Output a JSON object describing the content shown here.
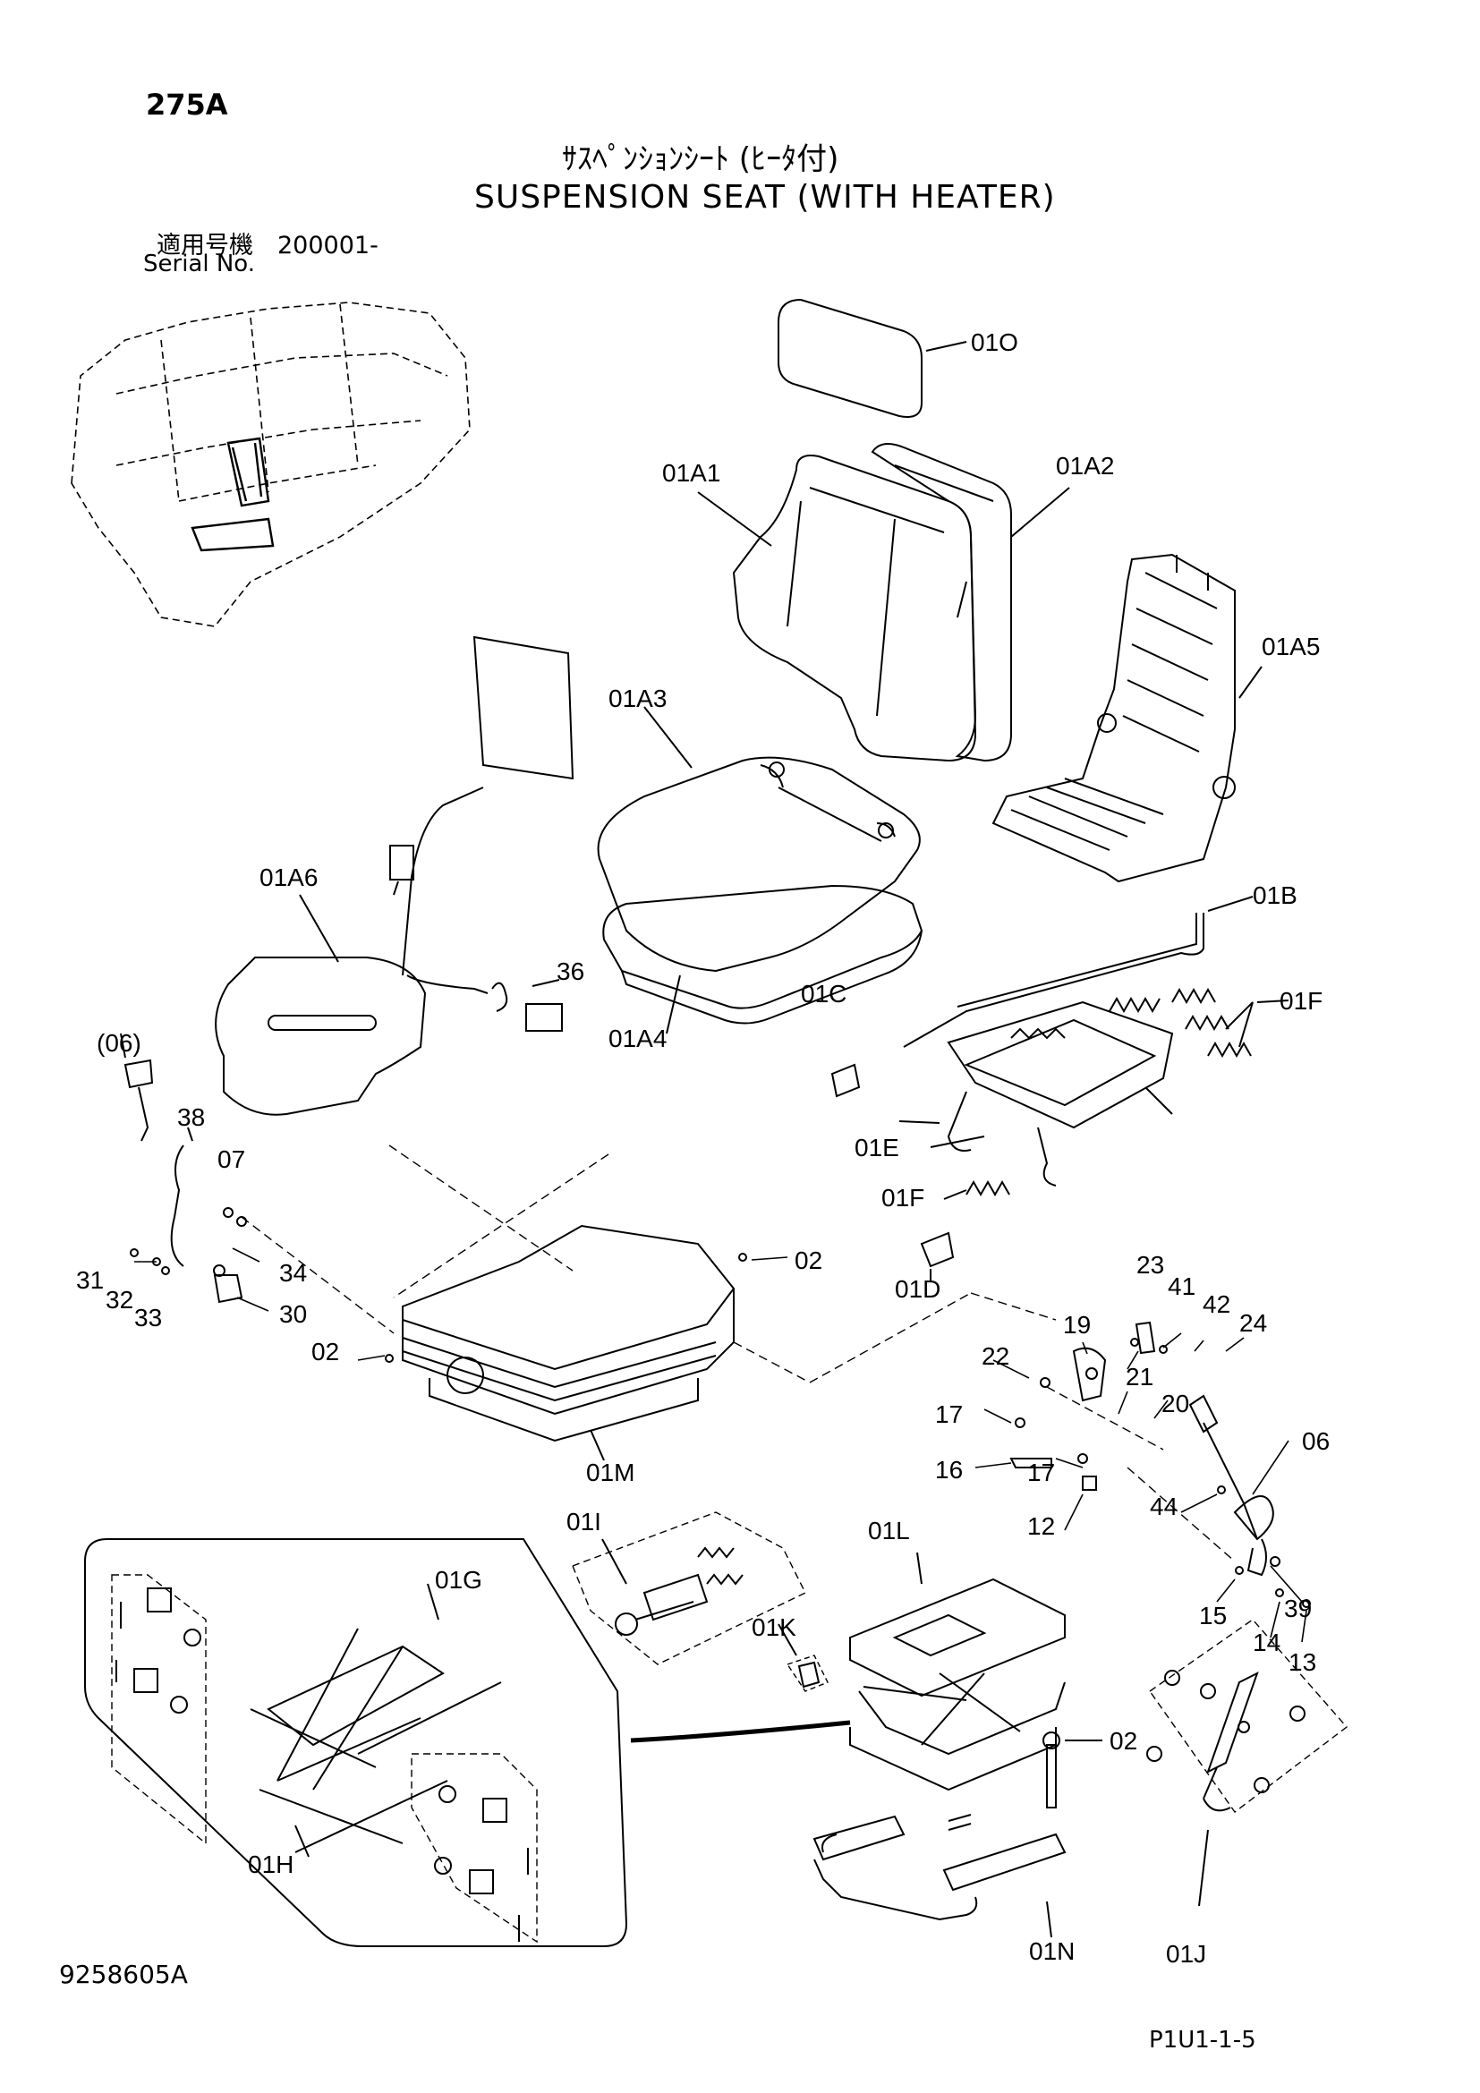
{
  "header": {
    "code": "275A",
    "title_jp": "ｻｽﾍﾟﾝｼｮﾝｼｰﾄ (ﾋｰﾀ付)",
    "title_en": "SUSPENSION SEAT (WITH HEATER)",
    "serial_label_jp": "適用号機　200001-",
    "serial_label_en": "Serial No."
  },
  "footer": {
    "drawing_number": "9258605A",
    "page_ref": "P1U1-1-5"
  },
  "callouts": [
    "01O",
    "01A1",
    "01A2",
    "01A5",
    "01A3",
    "01A6",
    "01B",
    "36",
    "01F",
    "01C",
    "(06)",
    "01A4",
    "38",
    "07",
    "01E",
    "01F",
    "31",
    "32",
    "33",
    "34",
    "30",
    "02",
    "01D",
    "23",
    "41",
    "42",
    "24",
    "02",
    "19",
    "22",
    "21",
    "17",
    "20",
    "06",
    "16",
    "17",
    "12",
    "44",
    "01M",
    "01I",
    "01L",
    "01G",
    "15",
    "39",
    "01K",
    "14",
    "13",
    "02",
    "01H",
    "01N",
    "01J"
  ]
}
